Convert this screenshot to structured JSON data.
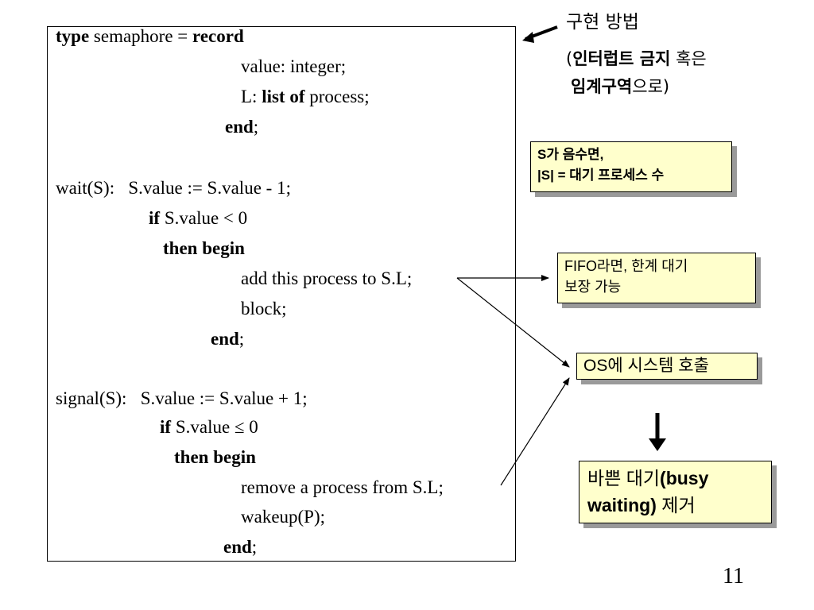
{
  "code": {
    "type_kw": "type",
    "type_rest": " semaphore = ",
    "record_kw": "record",
    "value_line": "value: integer;",
    "L_prefix": "L: ",
    "list_of_kw": "list of",
    "L_suffix": " process;",
    "end_kw": "end",
    "semicolon": ";",
    "wait_line": "wait(S):   S.value := S.value - 1;",
    "if_kw": "if",
    "wait_if_rest": " S.value < 0",
    "then_begin_kw": "then begin",
    "add_line": "add this process to S.L;",
    "block_line": "block;",
    "signal_line": "signal(S):   S.value := S.value + 1;",
    "signal_if_rest": " S.value ≤ 0",
    "remove_line": "remove a process from S.L;",
    "wakeup_line": "wakeup(P);"
  },
  "annotation": {
    "line1": "구현 방법",
    "line2_open": "(",
    "line2_bold": "인터럽트 금지",
    "line2_rest": " 혹은",
    "line3_bold": "임계구역",
    "line3_rest": "으로)"
  },
  "notes": {
    "negative_s_line1_bold": "S",
    "negative_s_line1_rest": "가 음수면,",
    "negative_s_line2_bold": "|S|",
    "negative_s_line2_rest": " = 대기 프로세스 수",
    "fifo_line1": "FIFO라면, 한계 대기",
    "fifo_line2": "보장 가능",
    "syscall": "OS에 시스템 호출",
    "busy_line1_a": "바쁜 대기",
    "busy_line1_b": "(busy",
    "busy_line2_a": "waiting)",
    "busy_line2_b": " 제거"
  },
  "page_number": "11",
  "colors": {
    "note_fill": "#ffffcc",
    "shadow": "#9a9a9a"
  }
}
